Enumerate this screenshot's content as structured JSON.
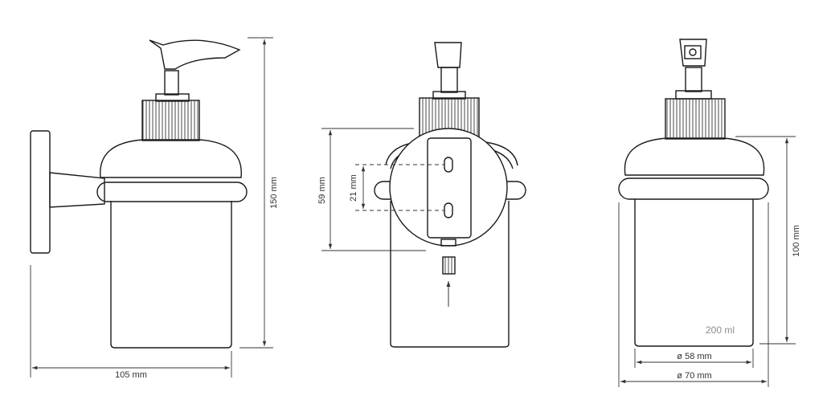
{
  "side_view": {
    "width_label": "105 mm",
    "height_label": "150 mm"
  },
  "front_view": {
    "spacing_outer_label": "59 mm",
    "spacing_inner_label": "21 mm"
  },
  "rear_view": {
    "height_label": "100 mm",
    "capacity_label": "200 ml",
    "inner_diameter_label": "ø 58 mm",
    "outer_diameter_label": "ø 70 mm"
  },
  "colors": {
    "outline": "#1a1a1a",
    "dimension": "#333333",
    "caption": "#8c8c8c"
  }
}
